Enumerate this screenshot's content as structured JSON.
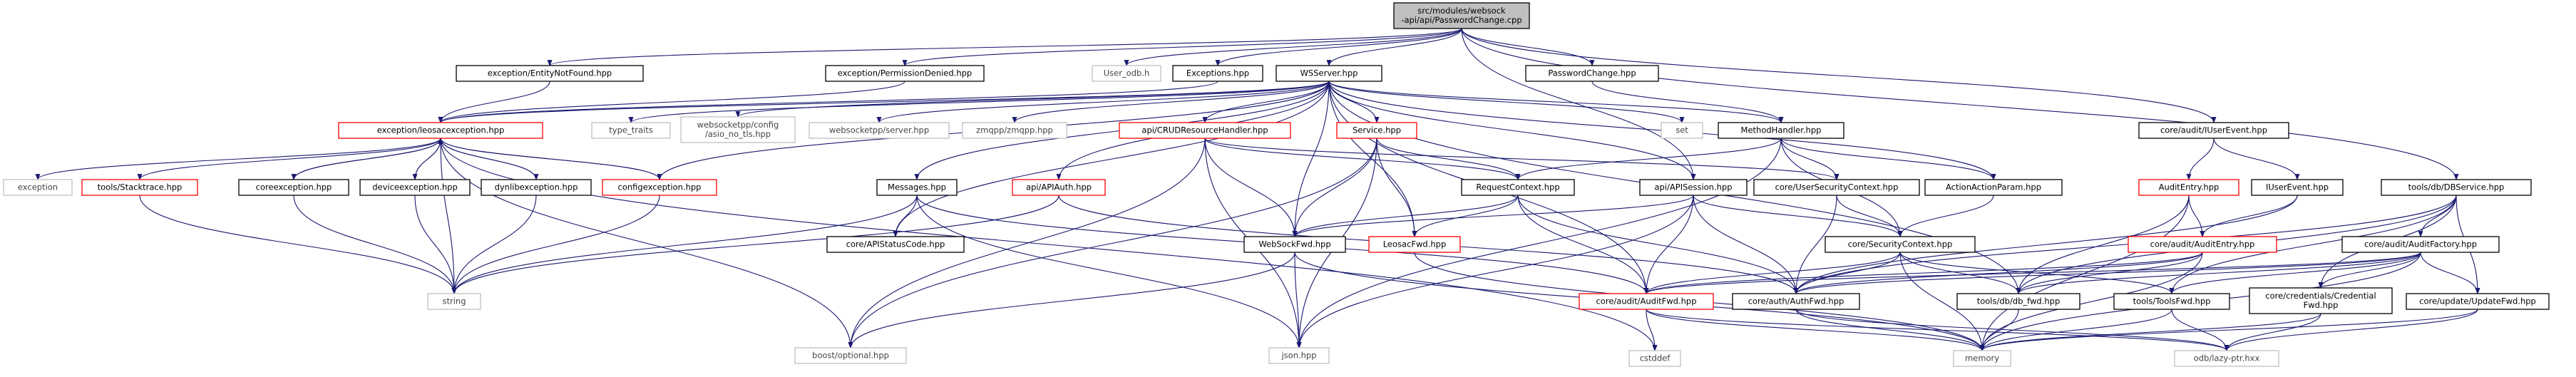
{
  "diagram": {
    "colors": {
      "edge": "#191970",
      "root_fill": "#bfbfbf",
      "normal_stroke": "#000000",
      "red_stroke": "#ff0000",
      "gray_stroke": "#bfbfbf",
      "text": "#000000",
      "gray_text": "#444444"
    },
    "nodes": [
      {
        "id": "root",
        "lines": [
          "src/modules/websock",
          "-api/api/PasswordChange.cpp"
        ],
        "style": "root"
      },
      {
        "id": "entitynotfound",
        "lines": [
          "exception/EntityNotFound.hpp"
        ],
        "style": "normal"
      },
      {
        "id": "permissiondenied",
        "lines": [
          "exception/PermissionDenied.hpp"
        ],
        "style": "normal"
      },
      {
        "id": "userodb",
        "lines": [
          "User_odb.h"
        ],
        "style": "gray"
      },
      {
        "id": "exceptions",
        "lines": [
          "Exceptions.hpp"
        ],
        "style": "normal"
      },
      {
        "id": "wsserver",
        "lines": [
          "WSServer.hpp"
        ],
        "style": "normal"
      },
      {
        "id": "passwordchange",
        "lines": [
          "PasswordChange.hpp"
        ],
        "style": "normal"
      },
      {
        "id": "userevent",
        "lines": [
          "core/audit/IUserEvent.hpp"
        ],
        "style": "normal"
      },
      {
        "id": "leosacexc",
        "lines": [
          "exception/leosacexception.hpp"
        ],
        "style": "red"
      },
      {
        "id": "typetraits",
        "lines": [
          "type_traits"
        ],
        "style": "gray"
      },
      {
        "id": "asionotls",
        "lines": [
          "websocketpp/config",
          "/asio_no_tls.hpp"
        ],
        "style": "gray"
      },
      {
        "id": "wsppserver",
        "lines": [
          "websocketpp/server.hpp"
        ],
        "style": "gray"
      },
      {
        "id": "zmqpp",
        "lines": [
          "zmqpp/zmqpp.hpp"
        ],
        "style": "gray"
      },
      {
        "id": "crud",
        "lines": [
          "api/CRUDResourceHandler.hpp"
        ],
        "style": "red"
      },
      {
        "id": "service",
        "lines": [
          "Service.hpp"
        ],
        "style": "red"
      },
      {
        "id": "set",
        "lines": [
          "set"
        ],
        "style": "gray"
      },
      {
        "id": "methodhandler",
        "lines": [
          "MethodHandler.hpp"
        ],
        "style": "normal"
      },
      {
        "id": "auditentry",
        "lines": [
          "AuditEntry.hpp"
        ],
        "style": "red"
      },
      {
        "id": "ieventevent",
        "lines": [
          "IUserEvent.hpp"
        ],
        "style": "normal"
      },
      {
        "id": "dbservice",
        "lines": [
          "tools/db/DBService.hpp"
        ],
        "style": "normal"
      },
      {
        "id": "exception",
        "lines": [
          "exception"
        ],
        "style": "gray"
      },
      {
        "id": "stacktrace",
        "lines": [
          "tools/Stacktrace.hpp"
        ],
        "style": "red"
      },
      {
        "id": "coreexc",
        "lines": [
          "coreexception.hpp"
        ],
        "style": "normal"
      },
      {
        "id": "deviceexc",
        "lines": [
          "deviceexception.hpp"
        ],
        "style": "normal"
      },
      {
        "id": "dynlibexc",
        "lines": [
          "dynlibexception.hpp"
        ],
        "style": "normal"
      },
      {
        "id": "configexc",
        "lines": [
          "configexception.hpp"
        ],
        "style": "red"
      },
      {
        "id": "messages",
        "lines": [
          "Messages.hpp"
        ],
        "style": "normal"
      },
      {
        "id": "apiauth",
        "lines": [
          "api/APIAuth.hpp"
        ],
        "style": "red"
      },
      {
        "id": "requestctx",
        "lines": [
          "RequestContext.hpp"
        ],
        "style": "normal"
      },
      {
        "id": "apisession",
        "lines": [
          "api/APISession.hpp"
        ],
        "style": "normal"
      },
      {
        "id": "usersecctx",
        "lines": [
          "core/UserSecurityContext.hpp"
        ],
        "style": "normal"
      },
      {
        "id": "actionparam",
        "lines": [
          "ActionActionParam.hpp"
        ],
        "style": "normal"
      },
      {
        "id": "secctx",
        "lines": [
          "core/SecurityContext.hpp"
        ],
        "style": "normal"
      },
      {
        "id": "auditauditentry",
        "lines": [
          "core/audit/AuditEntry.hpp"
        ],
        "style": "red"
      },
      {
        "id": "auditfactory",
        "lines": [
          "core/audit/AuditFactory.hpp"
        ],
        "style": "normal"
      },
      {
        "id": "string",
        "lines": [
          "string"
        ],
        "style": "gray"
      },
      {
        "id": "statuscode",
        "lines": [
          "core/APIStatusCode.hpp"
        ],
        "style": "normal"
      },
      {
        "id": "websockfwd",
        "lines": [
          "WebSockFwd.hpp"
        ],
        "style": "normal"
      },
      {
        "id": "leosacfwd",
        "lines": [
          "LeosacFwd.hpp"
        ],
        "style": "red"
      },
      {
        "id": "auditfwd",
        "lines": [
          "core/audit/AuditFwd.hpp"
        ],
        "style": "red"
      },
      {
        "id": "authfwd",
        "lines": [
          "core/auth/AuthFwd.hpp"
        ],
        "style": "normal"
      },
      {
        "id": "dbfwd",
        "lines": [
          "tools/db/db_fwd.hpp"
        ],
        "style": "normal"
      },
      {
        "id": "toolsfwd",
        "lines": [
          "tools/ToolsFwd.hpp"
        ],
        "style": "normal"
      },
      {
        "id": "credfwd",
        "lines": [
          "core/credentials/Credential",
          "Fwd.hpp"
        ],
        "style": "normal"
      },
      {
        "id": "updatefwd",
        "lines": [
          "core/update/UpdateFwd.hpp"
        ],
        "style": "normal"
      },
      {
        "id": "optional",
        "lines": [
          "boost/optional.hpp"
        ],
        "style": "gray"
      },
      {
        "id": "json",
        "lines": [
          "json.hpp"
        ],
        "style": "gray"
      },
      {
        "id": "cstddef",
        "lines": [
          "cstddef"
        ],
        "style": "gray"
      },
      {
        "id": "memory",
        "lines": [
          "memory"
        ],
        "style": "gray"
      },
      {
        "id": "lazyptr",
        "lines": [
          "odb/lazy-ptr.hxx"
        ],
        "style": "gray"
      }
    ],
    "edges": [
      [
        "root",
        "entitynotfound"
      ],
      [
        "root",
        "permissiondenied"
      ],
      [
        "root",
        "userodb"
      ],
      [
        "root",
        "exceptions"
      ],
      [
        "root",
        "wsserver"
      ],
      [
        "root",
        "passwordchange"
      ],
      [
        "root",
        "userevent"
      ],
      [
        "root",
        "dbservice"
      ],
      [
        "root",
        "apisession"
      ],
      [
        "entitynotfound",
        "leosacexc"
      ],
      [
        "permissiondenied",
        "leosacexc"
      ],
      [
        "exceptions",
        "leosacexc"
      ],
      [
        "wsserver",
        "leosacexc"
      ],
      [
        "wsserver",
        "typetraits"
      ],
      [
        "wsserver",
        "asionotls"
      ],
      [
        "wsserver",
        "wsppserver"
      ],
      [
        "wsserver",
        "zmqpp"
      ],
      [
        "wsserver",
        "crud"
      ],
      [
        "wsserver",
        "service"
      ],
      [
        "wsserver",
        "set"
      ],
      [
        "wsserver",
        "methodhandler"
      ],
      [
        "wsserver",
        "messages"
      ],
      [
        "wsserver",
        "apiauth"
      ],
      [
        "wsserver",
        "apisession"
      ],
      [
        "wsserver",
        "websockfwd"
      ],
      [
        "wsserver",
        "leosacfwd"
      ],
      [
        "wsserver",
        "auditfwd"
      ],
      [
        "wsserver",
        "dbfwd"
      ],
      [
        "wsserver",
        "statuscode"
      ],
      [
        "wsserver",
        "configexc"
      ],
      [
        "wsserver",
        "actionparam"
      ],
      [
        "passwordchange",
        "methodhandler"
      ],
      [
        "userevent",
        "ieventevent"
      ],
      [
        "userevent",
        "auditentry"
      ],
      [
        "ieventevent",
        "auditauditentry"
      ],
      [
        "ieventevent",
        "authfwd"
      ],
      [
        "auditentry",
        "auditauditentry"
      ],
      [
        "auditentry",
        "memory"
      ],
      [
        "auditentry",
        "dbfwd"
      ],
      [
        "dbservice",
        "auditfactory"
      ],
      [
        "dbservice",
        "dbfwd"
      ],
      [
        "dbservice",
        "credfwd"
      ],
      [
        "dbservice",
        "updatefwd"
      ],
      [
        "dbservice",
        "toolsfwd"
      ],
      [
        "dbservice",
        "authfwd"
      ],
      [
        "leosacexc",
        "exception"
      ],
      [
        "leosacexc",
        "stacktrace"
      ],
      [
        "leosacexc",
        "coreexc"
      ],
      [
        "leosacexc",
        "deviceexc"
      ],
      [
        "leosacexc",
        "dynlibexc"
      ],
      [
        "leosacexc",
        "configexc"
      ],
      [
        "leosacexc",
        "string"
      ],
      [
        "leosacexc",
        "optional"
      ],
      [
        "leosacexc",
        "cstddef"
      ],
      [
        "coreexc",
        "leosacexc"
      ],
      [
        "deviceexc",
        "leosacexc"
      ],
      [
        "dynlibexc",
        "leosacexc"
      ],
      [
        "configexc",
        "leosacexc"
      ],
      [
        "stacktrace",
        "string"
      ],
      [
        "coreexc",
        "string"
      ],
      [
        "deviceexc",
        "string"
      ],
      [
        "dynlibexc",
        "string"
      ],
      [
        "configexc",
        "string"
      ],
      [
        "crud",
        "requestctx"
      ],
      [
        "crud",
        "optional"
      ],
      [
        "crud",
        "json"
      ],
      [
        "crud",
        "websockfwd"
      ],
      [
        "crud",
        "usersecctx"
      ],
      [
        "service",
        "requestctx"
      ],
      [
        "service",
        "websockfwd"
      ],
      [
        "service",
        "leosacfwd"
      ],
      [
        "service",
        "json"
      ],
      [
        "service",
        "optional"
      ],
      [
        "methodhandler",
        "requestctx"
      ],
      [
        "methodhandler",
        "usersecctx"
      ],
      [
        "methodhandler",
        "actionparam"
      ],
      [
        "methodhandler",
        "json"
      ],
      [
        "methodhandler",
        "secctx"
      ],
      [
        "messages",
        "statuscode"
      ],
      [
        "messages",
        "string"
      ],
      [
        "messages",
        "json"
      ],
      [
        "messages",
        "auditfwd"
      ],
      [
        "apiauth",
        "string"
      ],
      [
        "apiauth",
        "authfwd"
      ],
      [
        "requestctx",
        "websockfwd"
      ],
      [
        "requestctx",
        "leosacfwd"
      ],
      [
        "requestctx",
        "auditfwd"
      ],
      [
        "requestctx",
        "authfwd"
      ],
      [
        "apisession",
        "secctx"
      ],
      [
        "apisession",
        "authfwd"
      ],
      [
        "apisession",
        "auditfwd"
      ],
      [
        "apisession",
        "json"
      ],
      [
        "apisession",
        "websockfwd"
      ],
      [
        "usersecctx",
        "secctx"
      ],
      [
        "usersecctx",
        "authfwd"
      ],
      [
        "actionparam",
        "secctx"
      ],
      [
        "secctx",
        "auditfwd"
      ],
      [
        "secctx",
        "authfwd"
      ],
      [
        "secctx",
        "dbfwd"
      ],
      [
        "secctx",
        "toolsfwd"
      ],
      [
        "secctx",
        "memory"
      ],
      [
        "auditauditentry",
        "auditfwd"
      ],
      [
        "auditauditentry",
        "authfwd"
      ],
      [
        "auditauditentry",
        "dbfwd"
      ],
      [
        "auditauditentry",
        "memory"
      ],
      [
        "auditfactory",
        "auditfwd"
      ],
      [
        "auditfactory",
        "authfwd"
      ],
      [
        "auditfactory",
        "credfwd"
      ],
      [
        "auditfactory",
        "updatefwd"
      ],
      [
        "auditfactory",
        "dbfwd"
      ],
      [
        "auditfactory",
        "memory"
      ],
      [
        "auditfactory",
        "toolsfwd"
      ],
      [
        "websockfwd",
        "json"
      ],
      [
        "websockfwd",
        "optional"
      ],
      [
        "websockfwd",
        "memory"
      ],
      [
        "leosacfwd",
        "memory"
      ],
      [
        "auditfwd",
        "cstddef"
      ],
      [
        "auditfwd",
        "memory"
      ],
      [
        "auditfwd",
        "lazyptr"
      ],
      [
        "authfwd",
        "memory"
      ],
      [
        "authfwd",
        "lazyptr"
      ],
      [
        "dbfwd",
        "memory"
      ],
      [
        "toolsfwd",
        "memory"
      ],
      [
        "toolsfwd",
        "lazyptr"
      ],
      [
        "credfwd",
        "memory"
      ],
      [
        "credfwd",
        "lazyptr"
      ],
      [
        "updatefwd",
        "memory"
      ],
      [
        "updatefwd",
        "lazyptr"
      ]
    ]
  }
}
